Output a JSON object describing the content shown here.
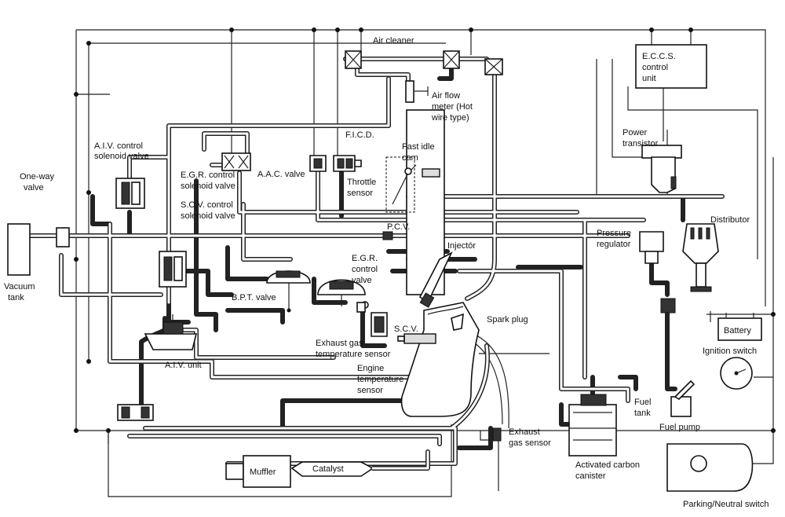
{
  "labels": {
    "air_cleaner": "Air cleaner",
    "eccs_1": "E.C.C.S.",
    "eccs_2": "control",
    "eccs_3": "unit",
    "afm_1": "Air flow",
    "afm_2": "meter (Hot",
    "afm_3": "wire type)",
    "power_tr_1": "Power",
    "power_tr_2": "transistor",
    "aiv_sol_1": "A.I.V. control",
    "aiv_sol_2": "solenoid valve",
    "ficd": "F.I.C.D.",
    "fast_idle_1": "Fast idle",
    "fast_idle_2": "cam",
    "one_way_1": "One-way",
    "one_way_2": "valve",
    "egr_sol_1": "E.G.R. control",
    "egr_sol_2": "solenoid valve",
    "aac": "A.A.C. valve",
    "throttle_1": "Throttle",
    "throttle_2": "sensor",
    "distributor": "Distributor",
    "scv_sol_1": "S.C.V. control",
    "scv_sol_2": "solenoid valve",
    "pcv": "P.C.V.",
    "pressure_1": "Pressure",
    "pressure_2": "regulator",
    "injector": "Injectór",
    "vacuum_1": "Vacuum",
    "vacuum_2": "tank",
    "egr_valve_1": "E.G.R.",
    "egr_valve_2": "control",
    "egr_valve_3": "valve",
    "bpt": "B.P.T. valve",
    "spark_plug": "Spark plug",
    "battery": "Battery",
    "scv": "S.C.V.",
    "ignition": "Ignition switch",
    "exh_temp_1": "Exhaust gas",
    "exh_temp_2": "temperature sensor",
    "aiv_unit": "A.I.V. unit",
    "eng_temp_1": "Engine",
    "eng_temp_2": "temperature",
    "eng_temp_3": "sensor",
    "fuel_tank_1": "Fuel",
    "fuel_tank_2": "tank",
    "fuel_pump": "Fuel pump",
    "exh_sensor_1": "Exhaust",
    "exh_sensor_2": "gas sensor",
    "muffler": "Muffler",
    "catalyst": "Catalyst",
    "canister_1": "Activated carbon",
    "canister_2": "canister",
    "pn_switch": "Parking/Neutral switch"
  }
}
